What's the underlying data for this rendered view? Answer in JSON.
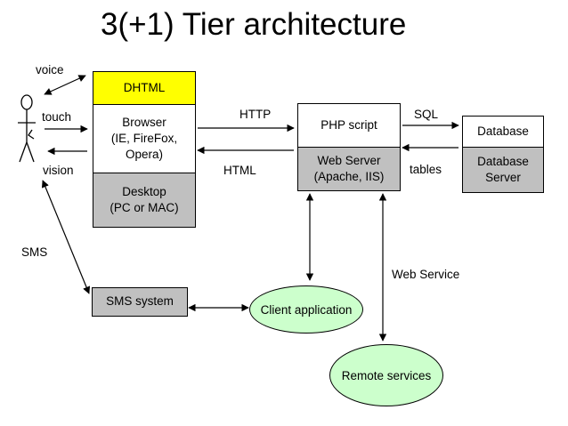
{
  "title": "3(+1) Tier architecture",
  "actor_labels": {
    "voice": "voice",
    "touch": "touch",
    "vision": "vision",
    "sms": "SMS"
  },
  "client_tier": {
    "dhtml": "DHTML",
    "browser": "Browser\n(IE, FireFox,\nOpera)",
    "desktop": "Desktop\n(PC or MAC)"
  },
  "middle_tier": {
    "php_script": "PHP script",
    "web_server": "Web Server\n(Apache, IIS)"
  },
  "data_tier": {
    "database": "Database",
    "database_server": "Database\nServer"
  },
  "arrow_labels": {
    "http": "HTTP",
    "html": "HTML",
    "sql": "SQL",
    "tables": "tables",
    "web_service": "Web Service"
  },
  "sms_system": "SMS system",
  "client_application": "Client application",
  "remote_services": "Remote services",
  "colors": {
    "dhtml_fill": "#ffff00",
    "gray_fill": "#c0c0c0",
    "ellipse_fill": "#ccffcc"
  }
}
